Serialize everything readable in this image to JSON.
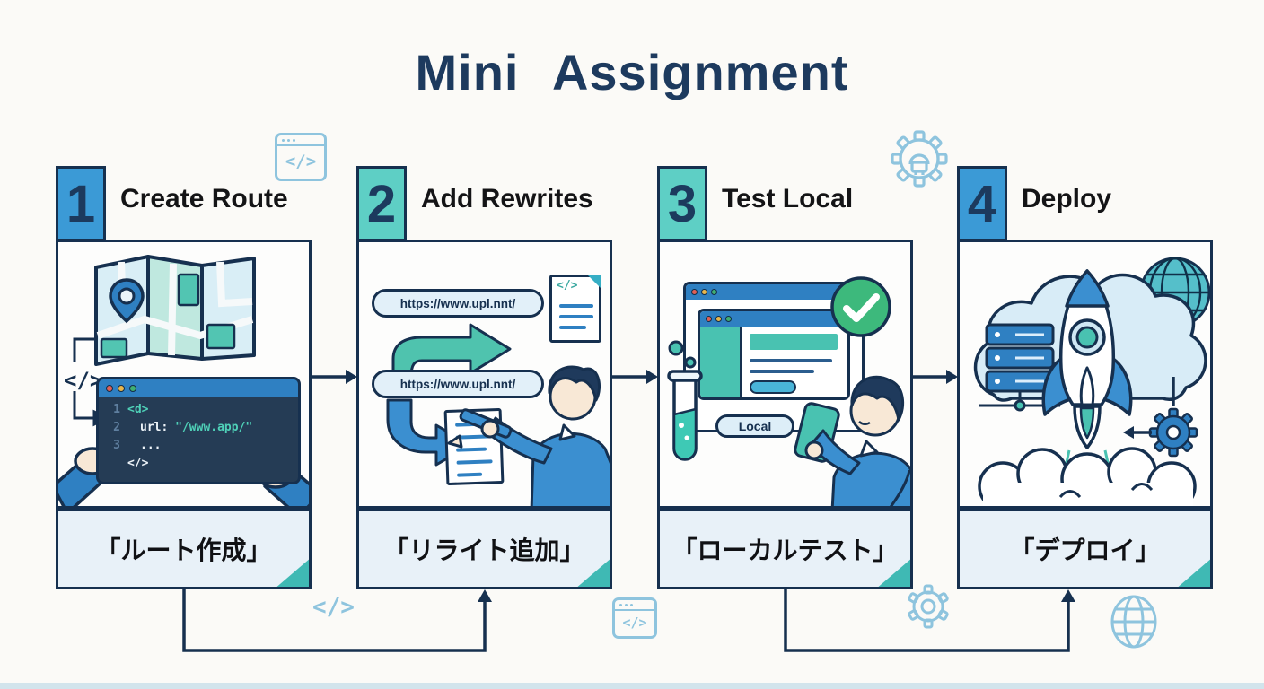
{
  "title": "Mini Assignment",
  "steps": [
    {
      "number": "1",
      "label": "Create Route",
      "caption": "「ルート作成」"
    },
    {
      "number": "2",
      "label": "Add Rewrites",
      "caption": "「リライト追加」"
    },
    {
      "number": "3",
      "label": "Test Local",
      "caption": "「ローカルテスト」"
    },
    {
      "number": "4",
      "label": "Deploy",
      "caption": "「デプロイ」"
    }
  ],
  "panel1": {
    "editor": {
      "lines": [
        {
          "num": "1",
          "code": "<d>"
        },
        {
          "num": "2",
          "key": "url: ",
          "str": "\"/www.app/\""
        },
        {
          "num": "3",
          "code": "..."
        },
        {
          "num": "",
          "code": "</>"
        }
      ]
    }
  },
  "panel2": {
    "url_top": "https://www.upl.nnt/",
    "url_bottom": "https://www.upl.nnt/"
  },
  "panel3": {
    "local_label": "Local"
  },
  "glyphs": {
    "code_tag": "</>"
  },
  "colors": {
    "navy": "#16304f",
    "title_navy": "#1d3a5e",
    "badge_blue": "#3b9ad6",
    "badge_teal": "#5ecfc5",
    "caption_bg": "#e8f1f8",
    "corner_teal": "#3fb9b4",
    "editor_bg": "#253c55",
    "code_teal": "#4fd1b8",
    "window_blue": "#2f80c2",
    "check_green": "#3db97c",
    "light_blue_icon": "#8ec4de"
  }
}
